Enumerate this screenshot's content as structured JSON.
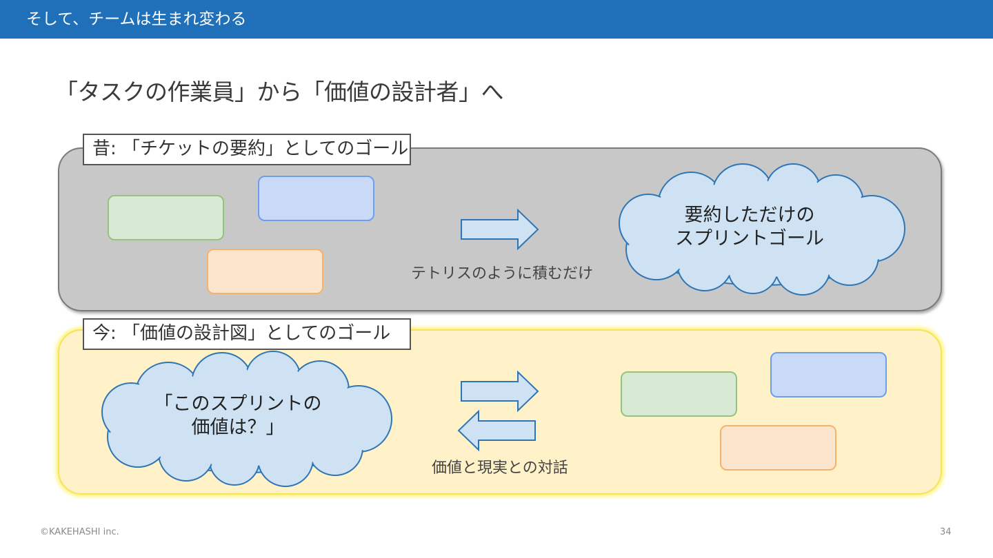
{
  "header": {
    "title": "そして、チームは生まれ変わる"
  },
  "slide": {
    "title": "「タスクの作業員」から「価値の設計者」へ"
  },
  "old_panel": {
    "label": "昔: 「チケットの要約」としてのゴール",
    "caption": "テトリスのように積むだけ",
    "cloud_lines": [
      "要約しただけの",
      "スプリントゴール"
    ],
    "arrow_icon": "right-arrow-icon"
  },
  "new_panel": {
    "label": "今: 「価値の設計図」としてのゴール",
    "caption": "価値と現実との対話",
    "cloud_lines": [
      "「このスプリントの",
      "価値は？」"
    ],
    "arrow_icons": [
      "right-arrow-icon",
      "left-arrow-icon"
    ]
  },
  "colors": {
    "header_bg": "#1f6fb9",
    "old_panel_bg": "#c8c8c8",
    "new_panel_bg": "#fff1c8",
    "cloud_fill": "#cfe2f3",
    "cloud_stroke": "#2e75b6",
    "arrow_fill": "#cfe2f3",
    "card_green": "#d8ead3",
    "card_blue": "#c9daf8",
    "card_orange": "#fce5cd"
  },
  "footer": {
    "copyright": "©KAKEHASHI inc.",
    "page_number": "34"
  }
}
